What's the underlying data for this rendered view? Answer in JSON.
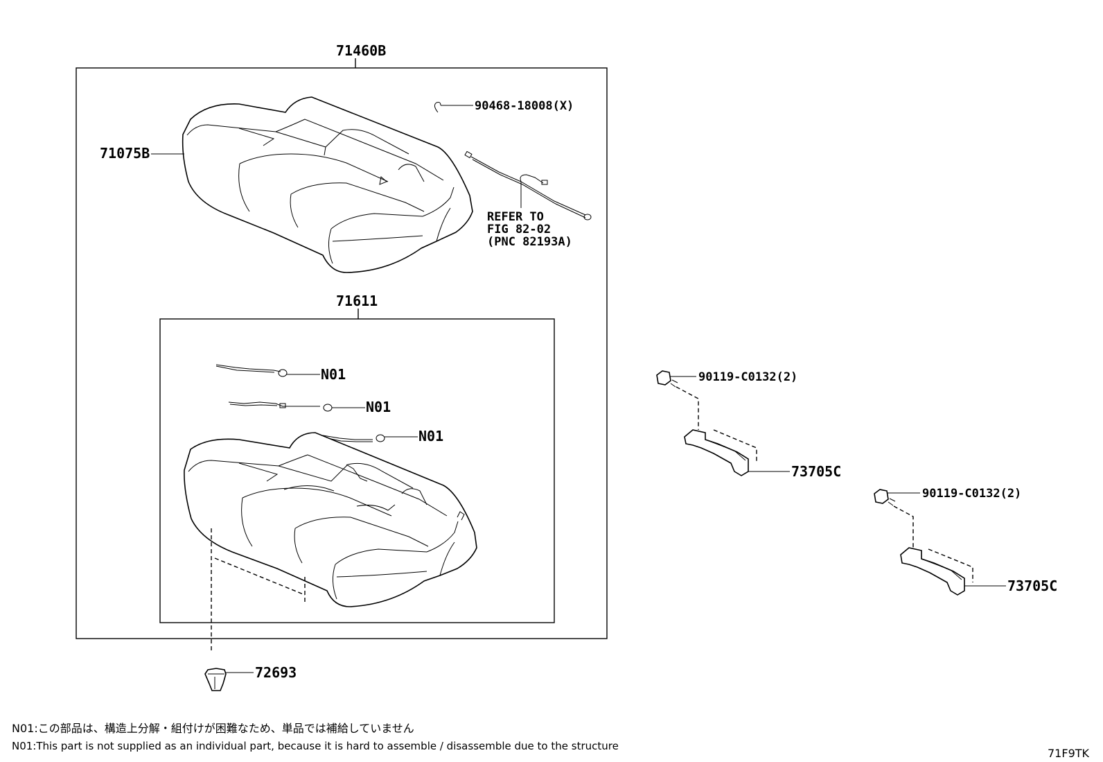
{
  "labels": {
    "assy_71460B": "71460B",
    "cover_71075B": "71075B",
    "wire_90468": "90468-18008(X)",
    "refer_line1": "REFER TO",
    "refer_line2": "FIG 82-02",
    "refer_line3": "(PNC 82193A)",
    "pad_71611": "71611",
    "n01_a": "N01",
    "n01_b": "N01",
    "n01_c": "N01",
    "clip_72693": "72693",
    "bolt_top": "90119-C0132(2)",
    "hinge_top": "73705C",
    "bolt_bottom": "90119-C0132(2)",
    "hinge_bottom": "73705C"
  },
  "notes": {
    "jp": "N01:この部品は、構造上分解・組付けが困難なため、単品では補給していません",
    "en": "N01:This part is not supplied as an individual part, because it is hard to assemble / disassemble due to the structure"
  },
  "figure_code": "71F9TK"
}
